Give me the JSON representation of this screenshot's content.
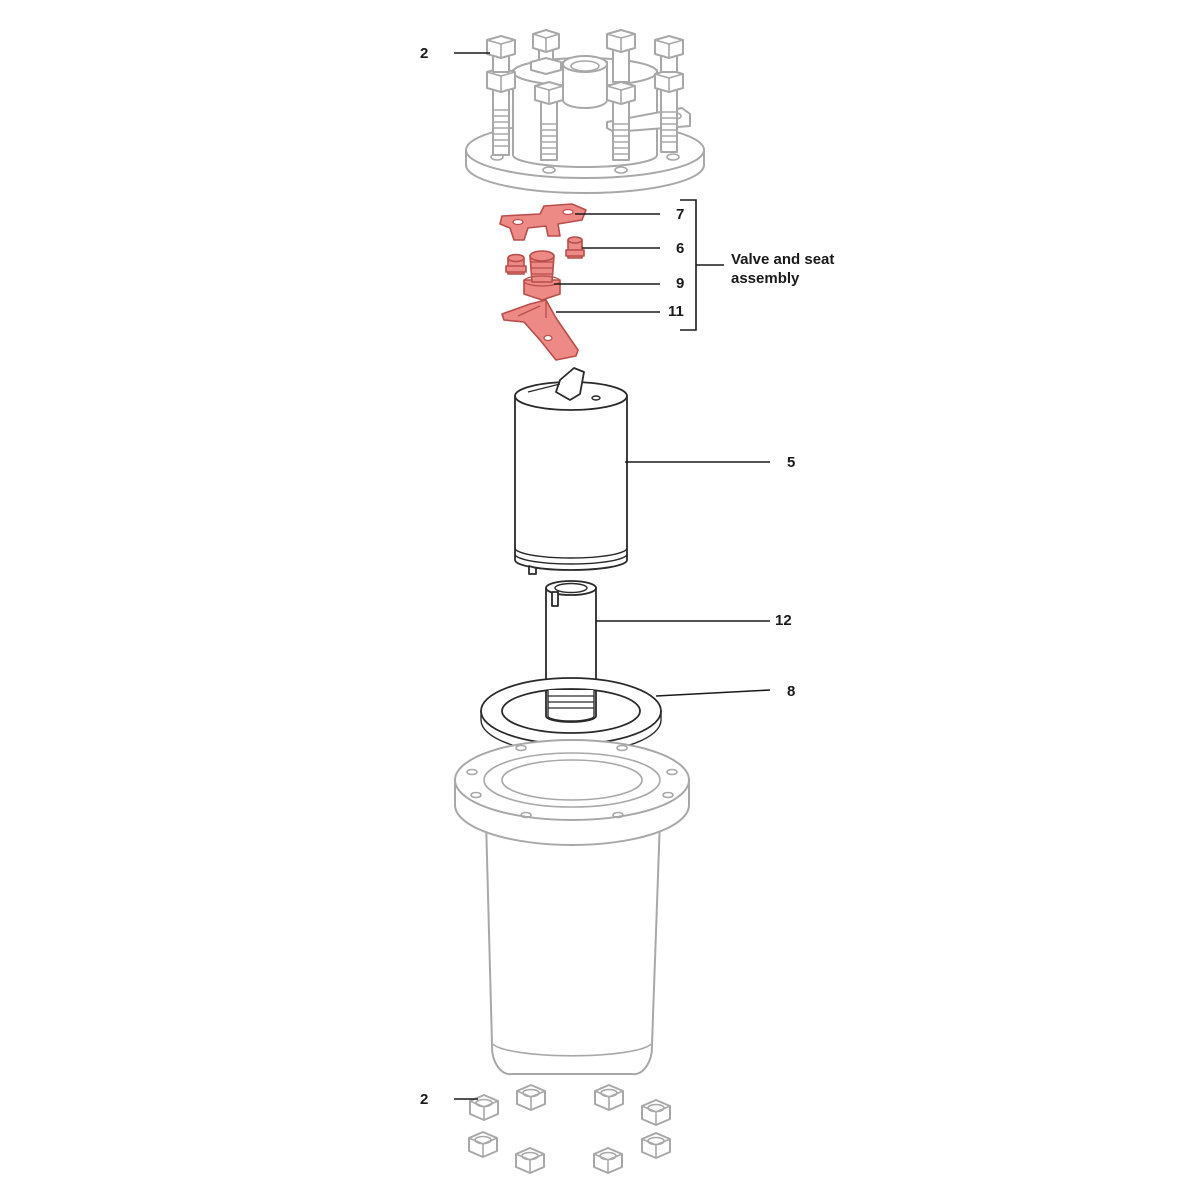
{
  "callouts": {
    "top_bolts": "2",
    "clip": "7",
    "screws": "6",
    "valve_seat": "9",
    "lever": "11",
    "float": "5",
    "tube": "12",
    "gasket": "8",
    "nuts": "2"
  },
  "bracket_label": {
    "line1": "Valve and seat",
    "line2": "assembly"
  },
  "colors": {
    "highlight": "#ee8a86",
    "highlight_outline": "#b84d49",
    "ghost_outline": "#a8a8a8",
    "part_outline": "#2a2a2a",
    "label_text": "#1a1a1a"
  }
}
